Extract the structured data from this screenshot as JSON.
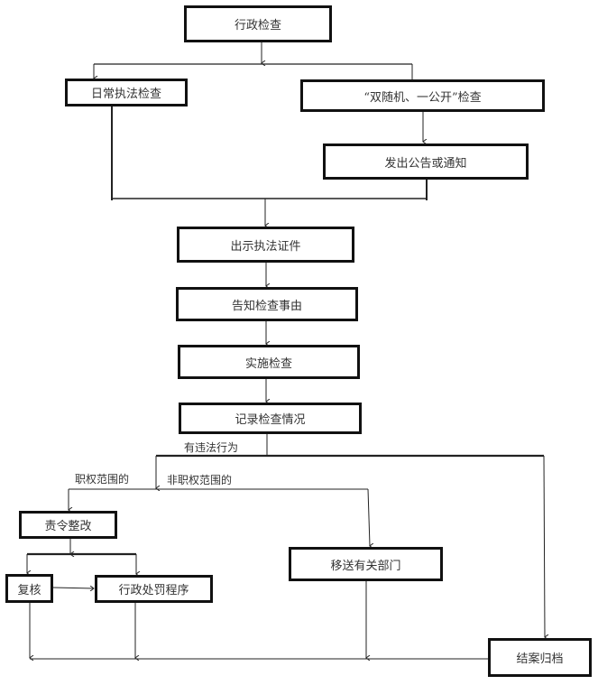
{
  "nodes": {
    "admin_inspection": "行政检查",
    "routine_inspection": "日常执法检查",
    "random_inspection": "“双随机、一公开”检查",
    "issue_notice": "发出公告或通知",
    "show_credentials": "出示执法证件",
    "inform_reason": "告知检查事由",
    "conduct_inspection": "实施检查",
    "record_inspection": "记录检查情况",
    "order_rectification": "责令整改",
    "review": "复核",
    "admin_penalty": "行政处罚程序",
    "transfer_department": "移送有关部门",
    "close_archive": "结案归档"
  },
  "edge_labels": {
    "has_violation": "有违法行为",
    "within_authority": "职权范围的",
    "outside_authority": "非职权范围的"
  }
}
